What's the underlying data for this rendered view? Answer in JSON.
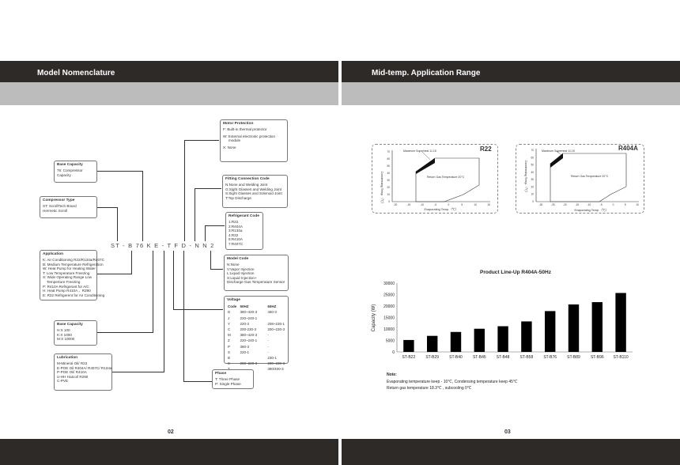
{
  "left_page": {
    "header": "Model Nomenclature",
    "page_number": "02",
    "model_code": "ST - B 76 K E - T F D - N N 2",
    "motor_protection": {
      "title": "Motor Protection",
      "lines": [
        "F: Built-in thermal protector",
        "W: External electronic protection",
        "module",
        "X: None"
      ]
    },
    "base_capacity_top": {
      "title": "Base Capacity",
      "lines": [
        "76: Compressor",
        "Capacity"
      ]
    },
    "compressor_type": {
      "title": "Compressor Type",
      "lines": [
        "ST: ScrollTech Brand",
        "Hermetic Scroll"
      ]
    },
    "fitting_connection": {
      "title": "Fitting Connection Code",
      "lines": [
        "N:None and Welding Joint",
        "G:Sight Glasses and Welding Joint",
        "S:Sight Glasses and Solenoid Joint",
        "T:Top Discharge"
      ]
    },
    "refrigerant_code": {
      "title": "Refrigerant Code",
      "lines": [
        "1:R22",
        "2:R404A",
        "3:R134a",
        "4:R32",
        "5:R410A",
        "7:R407C"
      ]
    },
    "application": {
      "title": "Application",
      "lines": [
        "K: Air Conditioning R22/R134a/R407C",
        "B: Medium Temperature Refrigeration",
        "W: Heat Pump for Heating Water",
        "T: Low Temperature Freezing",
        "S: Wide Operating Range Low",
        "    Temperture Freezing",
        "P: R410A Refrigerant for A/C",
        "H: Heat Pump R410A 、R290",
        "E: R32 Refrigerent for Air Conditioning"
      ]
    },
    "model_code_box": {
      "title": "Model Code",
      "lines": [
        "N:None",
        "V:Vapor Injection",
        "L:Liquid Injection",
        "S:Liquid Injection+",
        "Discharge Gas Temperature Sensor"
      ]
    },
    "voltage": {
      "title": "Voltage",
      "header": [
        "Code",
        "50HZ",
        "60HZ"
      ],
      "rows": [
        [
          "D",
          "380~420-3",
          "460-3"
        ],
        [
          "J",
          "220~240-1",
          ""
        ],
        [
          "Y",
          "220-3",
          "208~230-1"
        ],
        [
          "C",
          "200-230-3",
          "200~230-3"
        ],
        [
          "M",
          "380~420-3",
          "-"
        ],
        [
          "Z",
          "220~240-1",
          "-"
        ],
        [
          "P",
          "380-3",
          "-"
        ],
        [
          "S",
          "220-1",
          "-"
        ],
        [
          "B",
          "",
          "230-1"
        ],
        [
          "S",
          "200~220-3",
          "200~230-3"
        ],
        [
          "T",
          "",
          "380/400-3"
        ]
      ]
    },
    "base_capacity_bottom": {
      "title": "Base Capacity",
      "lines": [
        "H:X 100",
        "K:X 1000",
        "M:X 10000"
      ]
    },
    "lubrication": {
      "title": "Lubrication",
      "lines": [
        "M-Mineral Oil/ R22",
        "E-POE Oil R404A/ R407C/ R134a",
        "P-POE Oil/ R410A",
        "U-HH Hatcol/ R290",
        "C-PVE"
      ]
    },
    "phase": {
      "title": "Phase",
      "lines": [
        "T: Three Phase",
        "P: Single Phase"
      ]
    }
  },
  "right_page": {
    "header": "Mid-temp. Application Range",
    "page_number": "03",
    "envelope_r22": {
      "label": "R22",
      "superheat": "Maximum Superheat 11.1K",
      "return_gas": "Return Gas Temperature 20°C",
      "ylabel": "Condensing Temp.（℃）",
      "xlabel": "Evaporating Temp.（℃）",
      "xticks": [
        "-20",
        "-15",
        "-10",
        "-5",
        "0",
        "5",
        "10",
        "15"
      ],
      "yticks": [
        "0",
        "10",
        "20",
        "30",
        "40",
        "50",
        "60",
        "70"
      ]
    },
    "envelope_r404a": {
      "label": "R404A",
      "superheat": "Maximum Superheat 11.1K",
      "return_gas": "Return Gas Temperature 20°C",
      "ylabel": "Condensing Temp.（℃）",
      "xlabel": "Evaporating Temp.（℃）",
      "xticks": [
        "-30",
        "-25",
        "-20",
        "-15",
        "-10",
        "-5",
        "0",
        "5",
        "10"
      ],
      "yticks": [
        "0",
        "10",
        "20",
        "30",
        "40",
        "50",
        "60",
        "70"
      ]
    },
    "note_title": "Note:",
    "note_lines": [
      "Evaporating temperature keep - 10℃, Condensing temperature keep 45℃",
      "Return gas temperature 18.3℃ , subcooling 0℃"
    ]
  },
  "chart_data": {
    "type": "bar",
    "title": "Product Line-Up R404A-50Hz",
    "ylabel": "Capacity (W)",
    "xlabel": "",
    "categories": [
      "ST-B22",
      "ST-B29",
      "ST-B40",
      "ST-B45",
      "ST-B48",
      "ST-B58",
      "ST-B76",
      "ST-B89",
      "ST-B96",
      "ST-B110"
    ],
    "values": [
      5200,
      7000,
      8700,
      10100,
      11200,
      13300,
      17800,
      20700,
      21700,
      25700
    ],
    "ylim": [
      0,
      30000
    ],
    "yticks": [
      0,
      5000,
      10000,
      15000,
      20000,
      25000,
      30000
    ],
    "grid": false,
    "bar_color": "#000000"
  }
}
